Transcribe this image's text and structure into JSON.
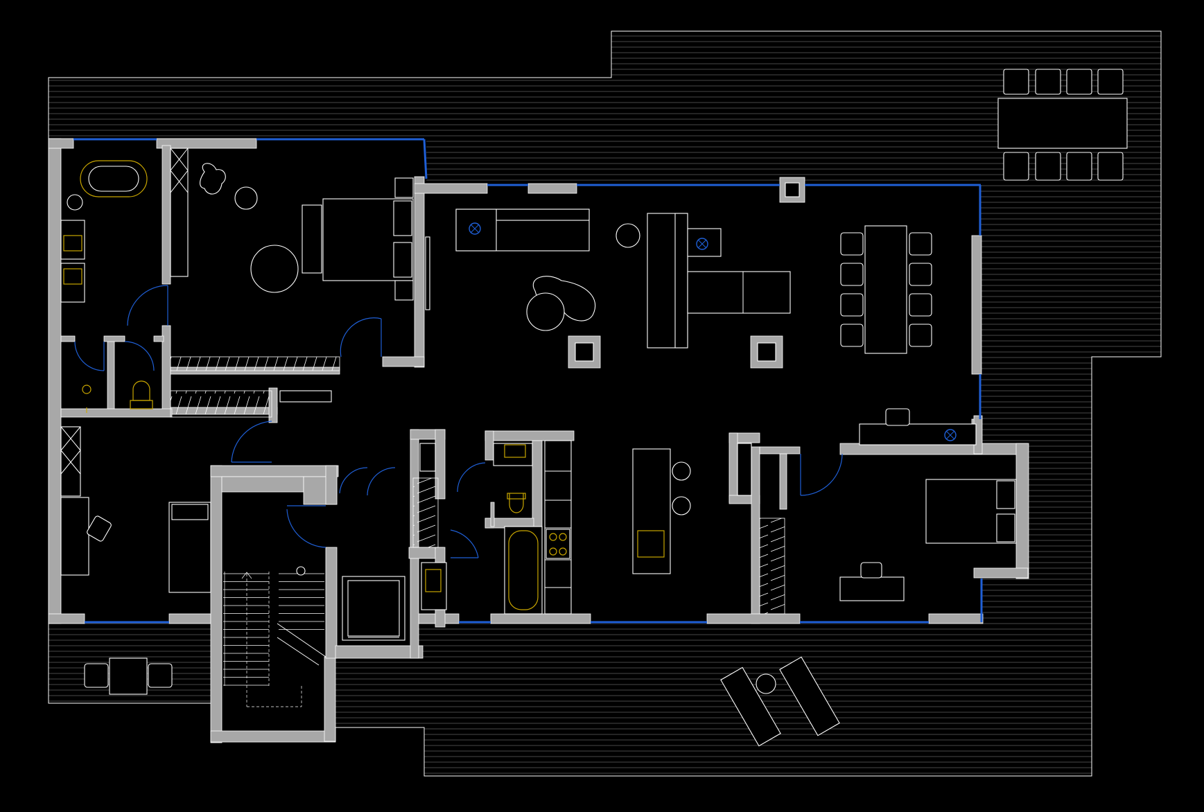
{
  "drawing": {
    "background": "#000000",
    "line_color": "#ffffff",
    "wall_fill": "#a8a8a8",
    "glazing_color": "#1f5fd6",
    "fixture_color": "#c9a600"
  },
  "rooms": [
    {
      "id": "bathroom-main",
      "fixtures": [
        "bathtub",
        "double-vanity",
        "round-sink"
      ]
    },
    {
      "id": "master-bedroom",
      "fixtures": [
        "double-bed",
        "round-table",
        "armchairs"
      ]
    },
    {
      "id": "wc-upper",
      "fixtures": [
        "toilet",
        "floor-drain"
      ]
    },
    {
      "id": "wardrobe-corridor",
      "fixtures": [
        "wardrobe"
      ]
    },
    {
      "id": "living-room",
      "fixtures": [
        "sofa",
        "armchair",
        "coffee-tables",
        "corner-sofa",
        "fireplace"
      ]
    },
    {
      "id": "dining-room",
      "fixtures": [
        "dining-table",
        "eight-chairs"
      ]
    },
    {
      "id": "study",
      "fixtures": [
        "desk",
        "office-chair",
        "single-bed",
        "shelving"
      ]
    },
    {
      "id": "staircase",
      "fixtures": [
        "stairs"
      ]
    },
    {
      "id": "elevator",
      "fixtures": [
        "lift-cabin"
      ]
    },
    {
      "id": "guest-bathroom",
      "fixtures": [
        "toilet",
        "sink",
        "bathtub"
      ]
    },
    {
      "id": "kitchen",
      "fixtures": [
        "island",
        "hob",
        "sink",
        "bar-stools"
      ]
    },
    {
      "id": "guest-bedroom",
      "fixtures": [
        "double-bed",
        "desk",
        "chair"
      ]
    }
  ],
  "terrace": {
    "furniture": [
      "outdoor-dining-table",
      "bistro-table",
      "sun-loungers"
    ]
  }
}
